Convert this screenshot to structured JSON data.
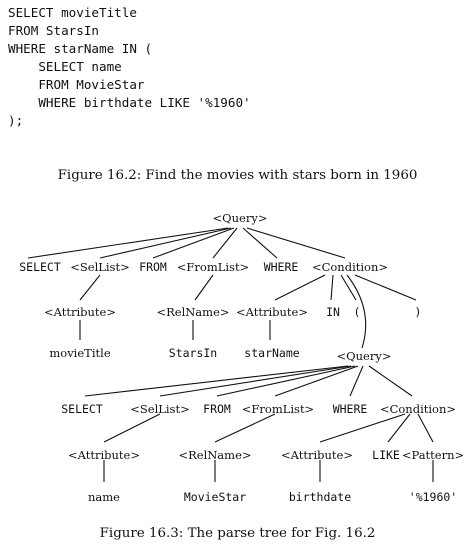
{
  "sql_lines": [
    "SELECT movieTitle",
    "FROM StarsIn",
    "WHERE starName IN (",
    "    SELECT name",
    "    FROM MovieStar",
    "    WHERE birthdate LIKE '%1960'",
    ");"
  ],
  "figure_16_2_caption": "Figure 16.2: Find the movies with stars born in 1960",
  "figure_16_3_caption": "Figure 16.3: The parse tree for Fig. 16.2",
  "tree": {
    "query_root": "<Query>",
    "select_kw": "SELECT",
    "sellist_1": "<SelList>",
    "from_kw_1": "FROM",
    "fromlist_1": "<FromList>",
    "where_kw_1": "WHERE",
    "condition_1": "<Condition>",
    "attribute_1": "<Attribute>",
    "relname_1": "<RelName>",
    "attribute_2": "<Attribute>",
    "in_kw": "IN",
    "open_paren": "(",
    "close_paren": ")",
    "movietitle": "movieTitle",
    "starsin": "StarsIn",
    "starname": "starName",
    "query_sub": "<Query>",
    "select_kw_2": "SELECT",
    "sellist_2": "<SelList>",
    "from_kw_2": "FROM",
    "fromlist_2": "<FromList>",
    "where_kw_2": "WHERE",
    "condition_2": "<Condition>",
    "attribute_3": "<Attribute>",
    "relname_2": "<RelName>",
    "attribute_4": "<Attribute>",
    "like_kw": "LIKE",
    "pattern": "<Pattern>",
    "name": "name",
    "moviestar": "MovieStar",
    "birthdate": "birthdate",
    "pattern_value": "'%1960'"
  }
}
